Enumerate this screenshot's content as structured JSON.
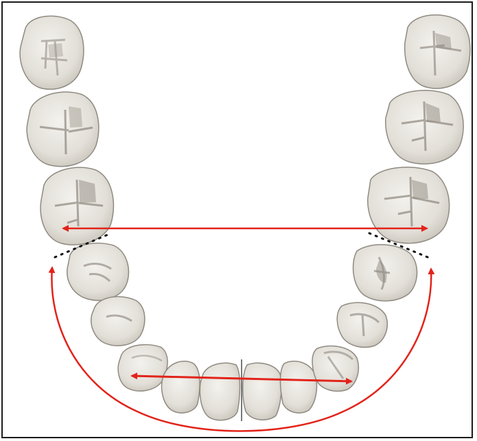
{
  "figure": {
    "subject": "mandibular-dental-arch",
    "colors": {
      "tooth_fill": "#e6e3dc",
      "tooth_shadow": "#a9a49a",
      "tooth_outline": "#8f8a80",
      "fissure": "#7d776d",
      "arrow": "#e2231a",
      "frame": "#1a1a1a",
      "midline": "#4a4a4a",
      "dots": "#111111"
    },
    "annotations": {
      "intermolar_width_arrow": "double-headed",
      "intercanine_width_arrow": "double-headed",
      "arch_perimeter_arrow": "curved-double-headed",
      "contact_point_markers": "dotted"
    }
  }
}
